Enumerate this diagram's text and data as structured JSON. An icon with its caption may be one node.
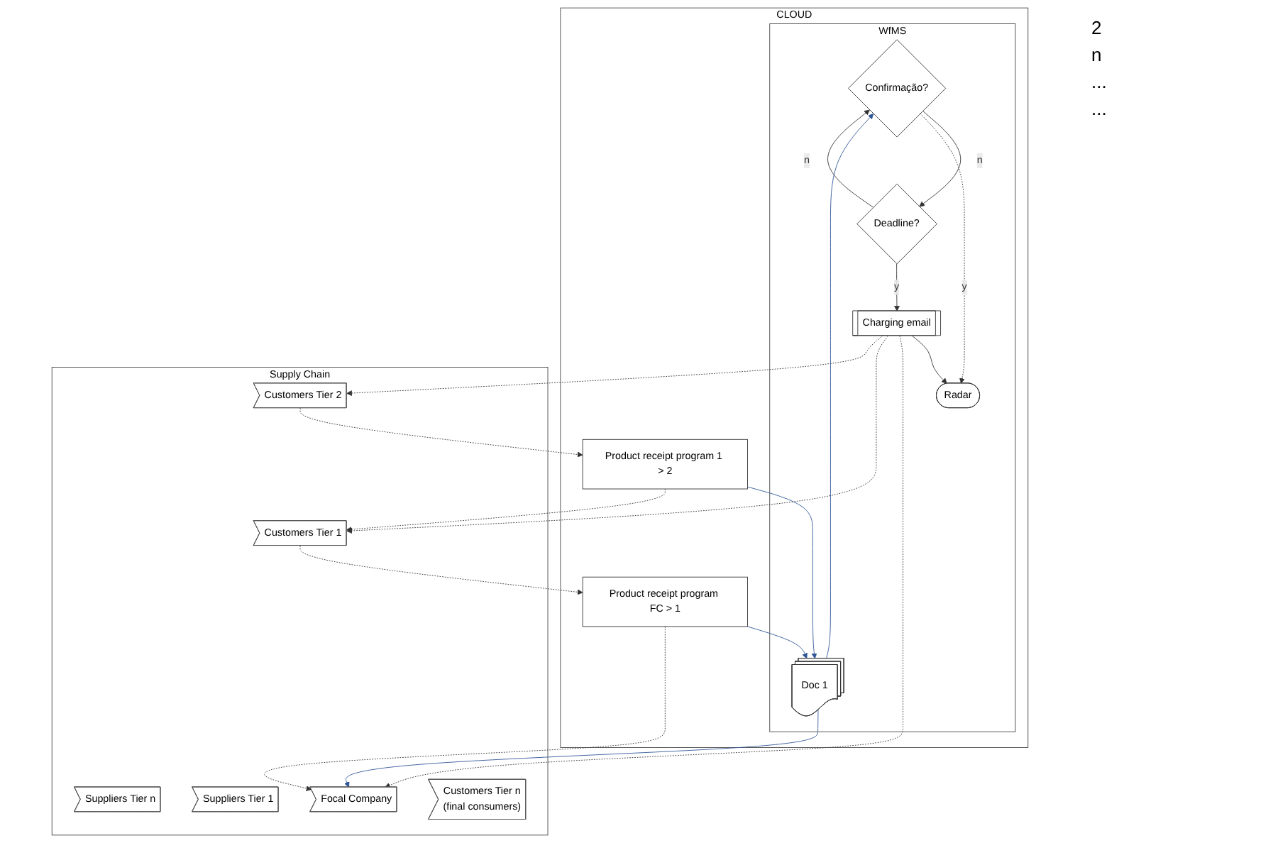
{
  "diagram": {
    "nodes": [
      {
        "text": [
          "CLOUD"
        ]
      },
      {
        "text": [
          "WfMS"
        ],
        "in": 0
      },
      {
        "text": [
          "Confirmação?"
        ],
        "in": 1
      },
      {
        "text": [
          "Deadline?"
        ],
        "in": 1
      },
      {
        "text": [
          "Charging email"
        ],
        "in": 1
      },
      {
        "text": [
          "Radar"
        ],
        "in": 1
      },
      {
        "text": [
          "Doc 1"
        ],
        "in": 1
      },
      {
        "text": [
          "Product receipt program FC > 1"
        ],
        "in": 0
      },
      {
        "text": [
          "Product receipt program 1 > 2"
        ],
        "in": 0
      },
      {
        "text": [
          "Supply Chain"
        ]
      },
      {
        "text": [
          "Suppliers Tier n"
        ],
        "in": 9
      },
      {
        "text": [
          "Suppliers Tier 1"
        ],
        "in": 9
      },
      {
        "text": [
          "Focal Company"
        ],
        "in": 9
      },
      {
        "text": [
          "Customers Tier 1"
        ],
        "in": 9
      },
      {
        "text": [
          "Customers Tier 2"
        ],
        "in": 9
      },
      {
        "text": [
          "Customers Tier n",
          "(final consumers)"
        ],
        "in": 9
      }
    ],
    "edges": [
      {
        "from": 2,
        "to": 3,
        "arrow": "to",
        "label": "n"
      },
      {
        "from": 2,
        "to": 5,
        "arrow": "to",
        "label": "y",
        "style": "dashed"
      },
      {
        "from": 3,
        "to": 4,
        "arrow": "to",
        "label": "y"
      },
      {
        "from": 3,
        "to": 2,
        "arrow": "to",
        "label": "n"
      },
      {
        "from": 4,
        "to": 5,
        "arrow": "to"
      },
      {
        "from": 6,
        "to": 2,
        "arrow": "to",
        "color": "#2f5597"
      },
      {
        "from": 6,
        "to": 12,
        "arrow": "to",
        "color": "#2f5597"
      },
      {
        "from": 7,
        "to": 6,
        "arrow": "to",
        "color": "#2f5597"
      },
      {
        "from": 8,
        "to": 6,
        "arrow": "to",
        "color": "#2f5597"
      },
      {
        "from": 4,
        "to": 12,
        "arrow": "to",
        "style": "dashed"
      },
      {
        "from": 4,
        "to": 13,
        "arrow": "to",
        "style": "dashed"
      },
      {
        "from": 4,
        "to": 14,
        "arrow": "to",
        "style": "dashed"
      },
      {
        "from": 7,
        "to": 12,
        "arrow": "to",
        "style": "dashed"
      },
      {
        "from": 13,
        "to": 7,
        "arrow": "to",
        "style": "dashed"
      },
      {
        "from": 8,
        "to": 13,
        "arrow": "to",
        "style": "dashed"
      },
      {
        "from": 14,
        "to": 8,
        "arrow": "to",
        "style": "dashed"
      }
    ],
    "labels": [
      "2",
      "n",
      "...",
      "..."
    ]
  }
}
